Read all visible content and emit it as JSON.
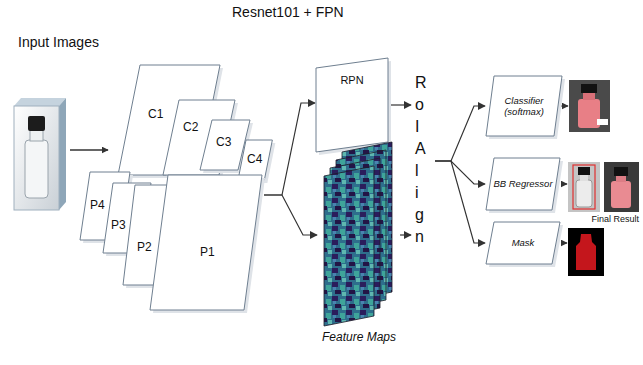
{
  "diagram": {
    "nodes": [
      {
        "text": [
          "C1"
        ]
      },
      {
        "text": [
          "C2"
        ]
      },
      {
        "text": [
          "C3"
        ]
      },
      {
        "text": [
          "C4"
        ]
      },
      {
        "text": [
          "P4"
        ]
      },
      {
        "text": [
          "P3"
        ]
      },
      {
        "text": [
          "P2"
        ]
      },
      {
        "text": [
          "P1"
        ]
      },
      {
        "text": [
          "RPN"
        ]
      },
      {
        "text": [
          "Feature Maps"
        ]
      },
      {
        "text": [
          "RoIAlign"
        ]
      },
      {
        "text": [
          "Classifier (softmax)"
        ]
      },
      {
        "text": [
          "BB Regressor"
        ]
      },
      {
        "text": [
          "Mask"
        ]
      }
    ],
    "edges": [
      {
        "from": 7,
        "to": 8,
        "arrow": "to"
      },
      {
        "from": 7,
        "to": 9,
        "arrow": "to"
      },
      {
        "from": 8,
        "to": 10,
        "arrow": "to"
      },
      {
        "from": 9,
        "to": 10,
        "arrow": "to"
      },
      {
        "from": 10,
        "to": 11,
        "arrow": "to"
      },
      {
        "from": 10,
        "to": 12,
        "arrow": "to"
      },
      {
        "from": 10,
        "to": 13,
        "arrow": "to"
      }
    ],
    "labels": [
      "Resnet101 + FPN",
      "Input Images",
      "Final Result"
    ]
  }
}
